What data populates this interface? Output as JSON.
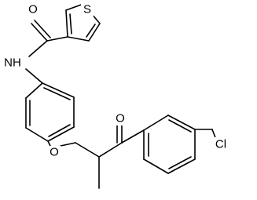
{
  "molecule": {
    "atoms": {
      "sulfur": "S",
      "carbonyl_oxygen_amide": "O",
      "amide_nitrogen": "NH",
      "ether_oxygen": "O",
      "carbonyl_oxygen_ketone": "O",
      "chlorine": "Cl"
    }
  }
}
